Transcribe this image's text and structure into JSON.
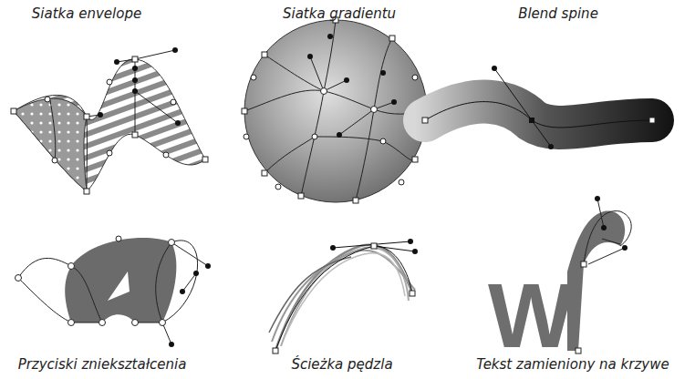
{
  "diagram": {
    "labels": [
      "Siatka envelope",
      "Siatka gradientu",
      "Blend spine",
      "Przyciski zniekształcenia",
      "Ścieżka pędzla",
      "Tekst zamieniony na krzywe",
      "W"
    ]
  }
}
